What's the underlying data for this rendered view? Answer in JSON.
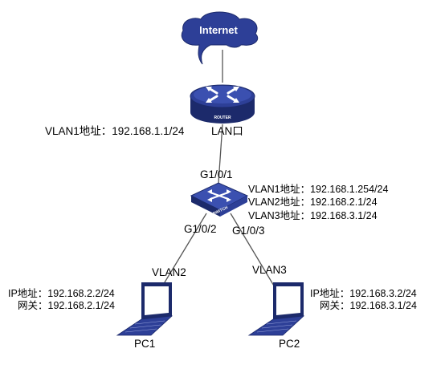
{
  "internet": {
    "label": "Internet"
  },
  "router": {
    "badge": "ROUTER",
    "vlan1_address": "VLAN1地址：192.168.1.1/24",
    "lan_port": "LAN口"
  },
  "switch": {
    "badge": "SWITCH",
    "uplink_port": "G1/0/1",
    "vlan_addresses": [
      "VLAN1地址：192.168.1.254/24",
      "VLAN2地址：192.168.2.1/24",
      "VLAN3地址：192.168.3.1/24"
    ],
    "port_pc1": "G1/0/2",
    "port_pc2": "G1/0/3"
  },
  "pc1": {
    "name": "PC1",
    "vlan": "VLAN2",
    "ip": "IP地址：192.168.2.2/24",
    "gateway": "网关：192.168.2.1/24"
  },
  "pc2": {
    "name": "PC2",
    "vlan": "VLAN3",
    "ip": "IP地址：192.168.3.2/24",
    "gateway": "网关：192.168.3.1/24"
  },
  "colors": {
    "device_blue": "#2d3f97",
    "device_dark": "#1c2a6b",
    "link": "#555555"
  }
}
